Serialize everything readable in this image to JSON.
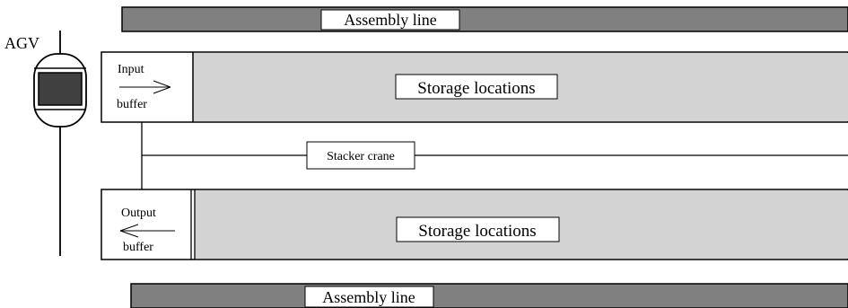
{
  "assembly_line_top": {
    "label": "Assembly line"
  },
  "assembly_line_bottom": {
    "label": "Assembly line"
  },
  "agv": {
    "label": "AGV"
  },
  "input_buffer": {
    "line1": "Input",
    "line2": "buffer"
  },
  "output_buffer": {
    "line1": "Output",
    "line2": "buffer"
  },
  "storage_top": {
    "label": "Storage locations"
  },
  "storage_bottom": {
    "label": "Storage locations"
  },
  "stacker_crane": {
    "label": "Stacker crane"
  },
  "colors": {
    "assembly_line_fill": "#808080",
    "storage_fill": "#d3d3d3",
    "agv_body_fill": "#404040",
    "line": "#000000",
    "background": "#ffffff"
  }
}
